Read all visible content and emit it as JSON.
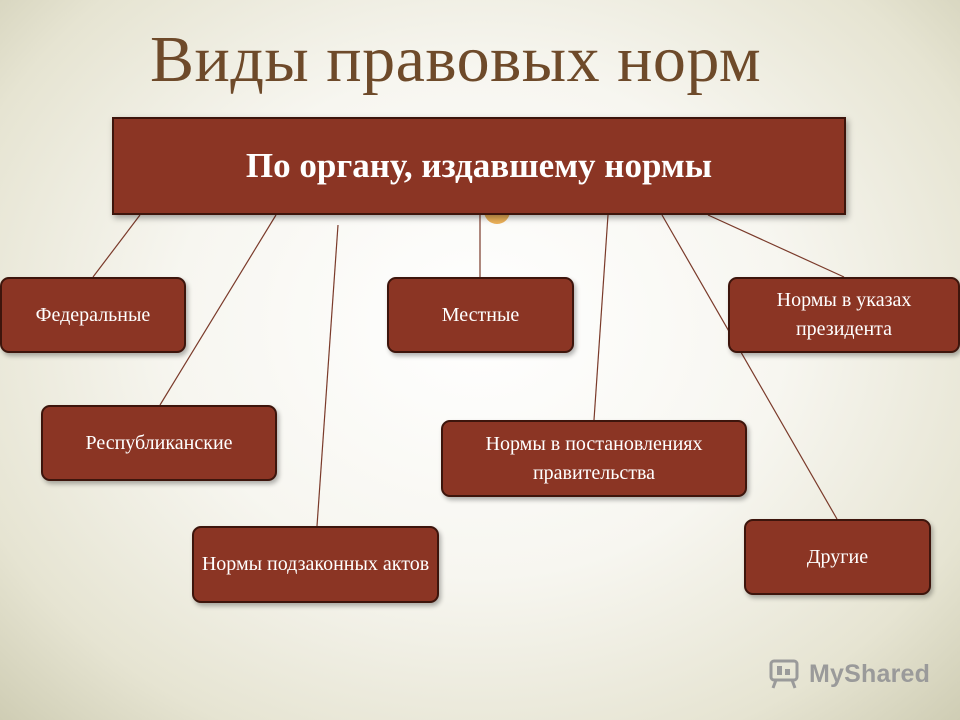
{
  "title": "Виды правовых норм",
  "main_box": "По органу, издавшему нормы",
  "nodes": {
    "federal": "Федеральные",
    "republican": "Республиканские",
    "bylaws": "Нормы подзаконных актов",
    "local": "Местные",
    "government": "Нормы в постановлениях правительства",
    "president": "Нормы в указах президента",
    "other": "Другие"
  },
  "watermark": "MyShared",
  "colors": {
    "box_fill": "#8b3524",
    "box_border": "#3d150c",
    "title": "#6e4a2a",
    "connector": "#7a3a2a"
  }
}
